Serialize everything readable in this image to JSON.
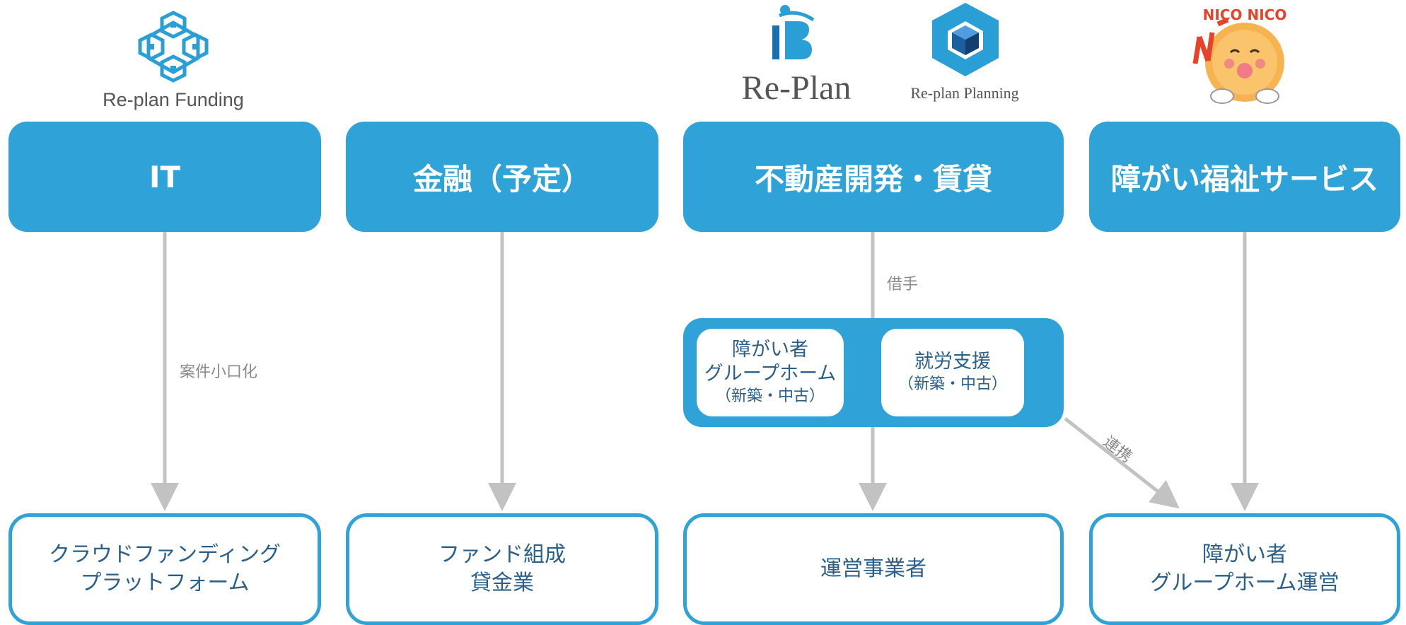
{
  "logos": {
    "funding_text": "Re-plan Funding",
    "replan_text": "Re-Plan",
    "planning_text": "Re-plan Planning",
    "nico_text": "NICO NICO"
  },
  "headers": [
    "IT",
    "金融（予定）",
    "不動産開発・賃貸",
    "障がい福祉サービス"
  ],
  "edge_labels": {
    "it": "案件小口化",
    "realestate": "借手",
    "link": "連携"
  },
  "properties": {
    "group_home": [
      "障がい者",
      "グループホーム",
      "（新築・中古）"
    ],
    "employment": [
      "就労支援",
      "（新築・中古）"
    ]
  },
  "outputs": {
    "it": [
      "クラウドファンディング",
      "プラットフォーム"
    ],
    "finance": [
      "ファンド組成",
      "貸金業"
    ],
    "realestate": [
      "運営事業者"
    ],
    "welfare": [
      "障がい者",
      "グループホーム運営"
    ]
  },
  "colors": {
    "primary": "#2fa3d8",
    "connector": "#c2c2c2",
    "text_dark": "#2a5f8a"
  }
}
